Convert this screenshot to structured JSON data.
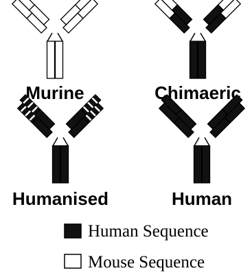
{
  "colors": {
    "human": "#111111",
    "mouse": "#ffffff",
    "outline": "#000000"
  },
  "antibodies": [
    {
      "id": "murine",
      "label": "Murine",
      "pattern": "all-mouse"
    },
    {
      "id": "chimaeric",
      "label": "Chimaeric",
      "pattern": "variable-mouse"
    },
    {
      "id": "humanised",
      "label": "Humanised",
      "pattern": "cdr-mouse"
    },
    {
      "id": "human",
      "label": "Human",
      "pattern": "all-human"
    }
  ],
  "legend": [
    {
      "label": "Human Sequence",
      "swatch": "human"
    },
    {
      "label": "Mouse Sequence",
      "swatch": "mouse"
    }
  ]
}
